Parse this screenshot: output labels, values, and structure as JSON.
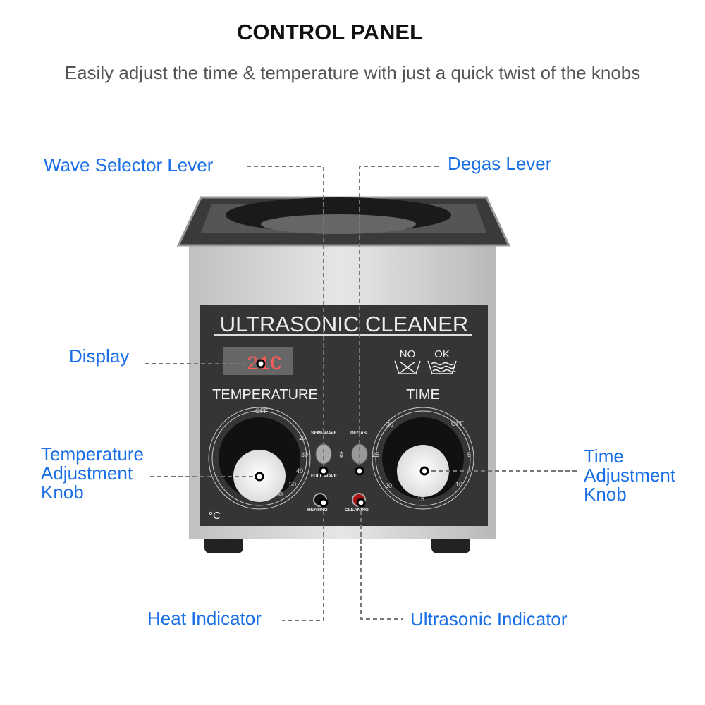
{
  "header": {
    "title": "CONTROL PANEL",
    "subtitle": "Easily adjust the time & temperature with just a quick twist of the knobs"
  },
  "callouts": {
    "wave_selector": "Wave Selector Lever",
    "degas": "Degas Lever",
    "display": "Display",
    "temp_knob": [
      "Temperature",
      "Adjustment",
      "Knob"
    ],
    "time_knob": [
      "Time",
      "Adjustment",
      "Knob"
    ],
    "heat_indicator": "Heat Indicator",
    "ultrasonic_indicator": "Ultrasonic Indicator"
  },
  "panel": {
    "brand": "ULTRASONIC CLEANER",
    "display_value": "21C",
    "no_label": "NO",
    "ok_label": "OK",
    "temperature_label": "TEMPERATURE",
    "time_label": "TIME",
    "temp_scale": [
      "OFF",
      "20",
      "30",
      "40",
      "50",
      "60"
    ],
    "time_scale": [
      "OFF",
      "5",
      "10",
      "15",
      "20",
      "25",
      "30"
    ],
    "semi_wave": "SEMI-WAVE",
    "full_wave": "FULL WAVE",
    "degas": "DEGAS",
    "heating": "HEATING",
    "cleaning": "CLEANING",
    "unit": "°C"
  },
  "colors": {
    "callout": "#1a6fe6",
    "panel": "#353535"
  }
}
